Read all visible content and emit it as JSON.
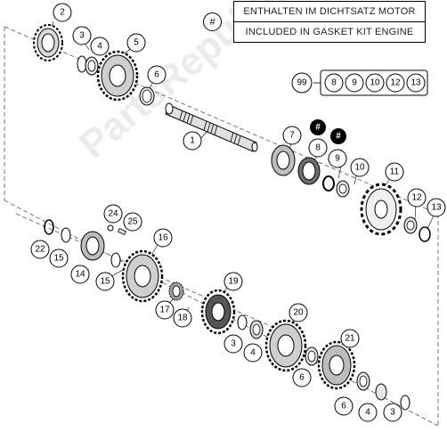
{
  "legend": {
    "symbol": "#",
    "line1": "ENTHALTEN IM DICHTSATZ MOTOR",
    "line2": "INCLUDED IN GASKET KIT ENGINE"
  },
  "kit": {
    "number": "99",
    "parts": [
      "8",
      "9",
      "10",
      "12",
      "13"
    ]
  },
  "watermark": "PartsRepublik",
  "callouts": [
    {
      "id": "c1",
      "label": "1"
    },
    {
      "id": "c2",
      "label": "2"
    },
    {
      "id": "c3a",
      "label": "3"
    },
    {
      "id": "c4a",
      "label": "4"
    },
    {
      "id": "c5",
      "label": "5"
    },
    {
      "id": "c6a",
      "label": "6"
    },
    {
      "id": "c7",
      "label": "7"
    },
    {
      "id": "c8",
      "label": "8"
    },
    {
      "id": "c9",
      "label": "9"
    },
    {
      "id": "c10",
      "label": "10"
    },
    {
      "id": "c11",
      "label": "11"
    },
    {
      "id": "c12",
      "label": "12"
    },
    {
      "id": "c13",
      "label": "13"
    },
    {
      "id": "c14",
      "label": "14"
    },
    {
      "id": "c15a",
      "label": "15"
    },
    {
      "id": "c15b",
      "label": "15"
    },
    {
      "id": "c16",
      "label": "16"
    },
    {
      "id": "c17",
      "label": "17"
    },
    {
      "id": "c18",
      "label": "18"
    },
    {
      "id": "c19",
      "label": "19"
    },
    {
      "id": "c20",
      "label": "20"
    },
    {
      "id": "c21",
      "label": "21"
    },
    {
      "id": "c22",
      "label": "22"
    },
    {
      "id": "c24",
      "label": "24"
    },
    {
      "id": "c25",
      "label": "25"
    },
    {
      "id": "c3b",
      "label": "3"
    },
    {
      "id": "c4b",
      "label": "4"
    },
    {
      "id": "c6b",
      "label": "6"
    },
    {
      "id": "c6c",
      "label": "6"
    },
    {
      "id": "c4c",
      "label": "4"
    },
    {
      "id": "c3c",
      "label": "3"
    }
  ],
  "hash_marks": [
    {
      "id": "h1",
      "label": "#"
    },
    {
      "id": "h2",
      "label": "#"
    }
  ]
}
